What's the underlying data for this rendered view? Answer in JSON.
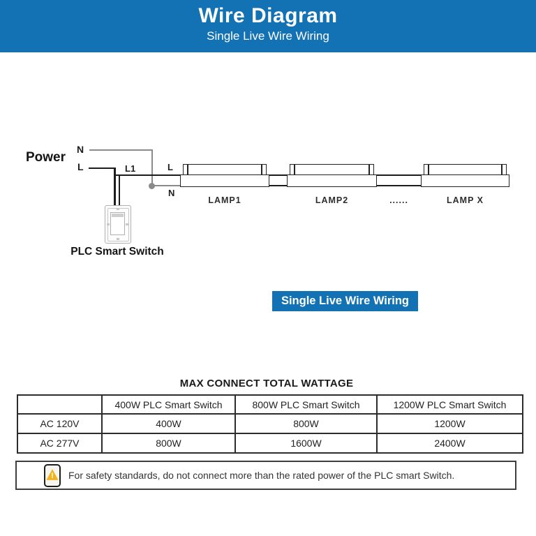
{
  "header": {
    "title": "Wire Diagram",
    "subtitle": "Single Live Wire Wiring"
  },
  "diagram": {
    "power_label": "Power",
    "neutral_label": "N",
    "live_label": "L",
    "switched_live_label": "L1",
    "lamp_live_label": "L",
    "lamp_neutral_label": "N",
    "lamps": [
      {
        "label": "LAMP1"
      },
      {
        "label": "LAMP2"
      },
      {
        "label": "LAMP X"
      }
    ],
    "ellipsis": "......",
    "switch_label": "PLC Smart Switch"
  },
  "badge": {
    "label": "Single Live Wire Wiring"
  },
  "table": {
    "title": "MAX CONNECT TOTAL WATTAGE",
    "columns": [
      "",
      "400W PLC Smart Switch",
      "800W PLC Smart Switch",
      "1200W PLC Smart Switch"
    ],
    "rows": [
      {
        "label": "AC 120V",
        "values": [
          "400W",
          "800W",
          "1200W"
        ]
      },
      {
        "label": "AC 277V",
        "values": [
          "800W",
          "1600W",
          "2400W"
        ]
      }
    ]
  },
  "warning": {
    "icon_mark": "!",
    "text": "For safety standards, do not connect more than the rated power of the PLC smart Switch."
  },
  "colors": {
    "brand_blue": "#1272b4",
    "wire_neutral_gray": "#8a8a8a",
    "wire_live_black": "#1c1c1c",
    "warning_amber": "#f0b41f",
    "table_border": "#2c2c2c"
  }
}
